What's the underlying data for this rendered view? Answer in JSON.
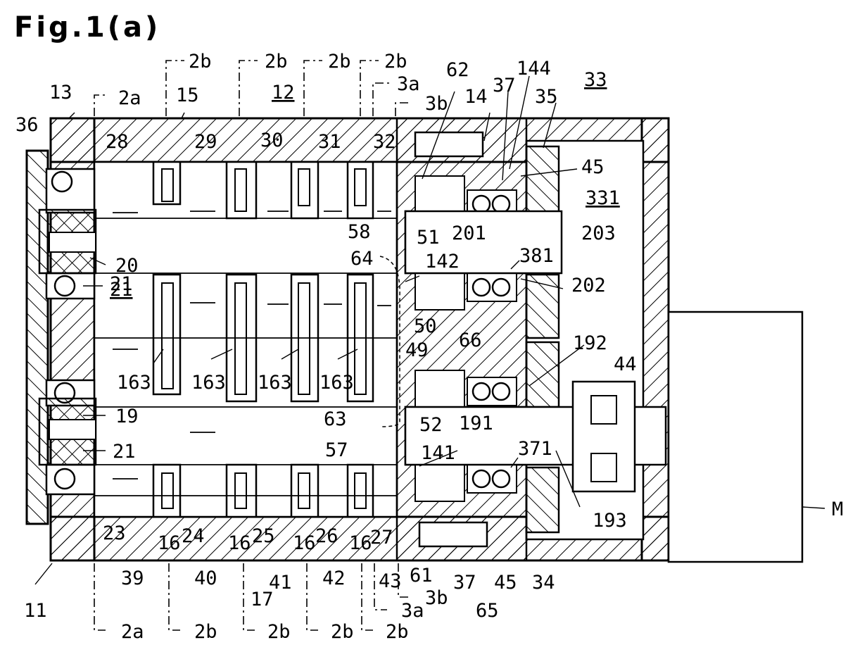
{
  "figure": {
    "title": "Fig.1(a)",
    "labels": {
      "l11": "11",
      "l12": "12",
      "l13": "13",
      "l14": "14",
      "l15": "15",
      "l16a": "16",
      "l16b": "16",
      "l16c": "16",
      "l16d": "16",
      "l17": "17",
      "l19": "19",
      "l20": "20",
      "l21a": "21",
      "l21b": "21",
      "l21c": "21",
      "l23": "23",
      "l24": "24",
      "l25": "25",
      "l26": "26",
      "l27": "27",
      "l28": "28",
      "l29": "29",
      "l30": "30",
      "l31": "31",
      "l32": "32",
      "l33": "33",
      "l34": "34",
      "l35": "35",
      "l36": "36",
      "l37a": "37",
      "l37b": "37",
      "l39": "39",
      "l40": "40",
      "l41": "41",
      "l42": "42",
      "l43": "43",
      "l44": "44",
      "l45a": "45",
      "l45b": "45",
      "l49": "49",
      "l50": "50",
      "l51": "51",
      "l52": "52",
      "l57": "57",
      "l58": "58",
      "l61": "61",
      "l62": "62",
      "l63": "63",
      "l64": "64",
      "l65": "65",
      "l66": "66",
      "l141": "141",
      "l142": "142",
      "l144": "144",
      "l163a": "163",
      "l163b": "163",
      "l163c": "163",
      "l163d": "163",
      "l191": "191",
      "l192": "192",
      "l193": "193",
      "l201": "201",
      "l202": "202",
      "l203": "203",
      "l331": "331",
      "l371": "371",
      "l381": "381",
      "lM": "M"
    },
    "section_marks": {
      "s2a_top": "2a",
      "s2a_bot": "2a",
      "s2b_t1": "2b",
      "s2b_t2": "2b",
      "s2b_t3": "2b",
      "s2b_t4": "2b",
      "s2b_b1": "2b",
      "s2b_b2": "2b",
      "s2b_b3": "2b",
      "s2b_b4": "2b",
      "s3a_top": "3a",
      "s3a_bot": "3a",
      "s3b_top": "3b",
      "s3b_bot": "3b"
    }
  }
}
